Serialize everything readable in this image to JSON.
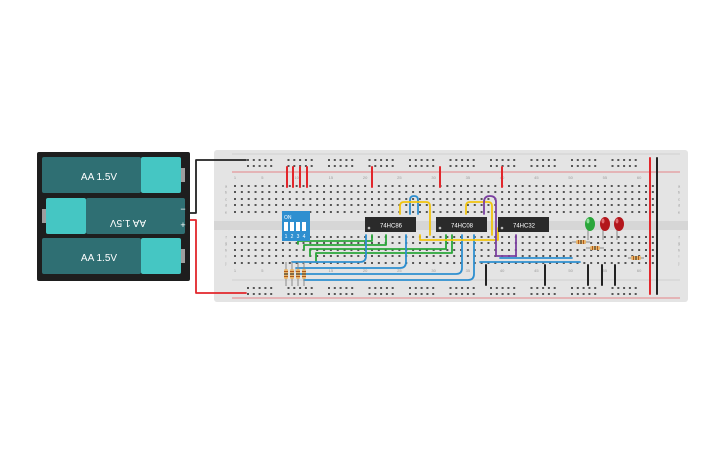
{
  "battery_pack": {
    "cells": [
      {
        "label": "AA 1.5V",
        "flipped": false
      },
      {
        "label": "AA 1.5V",
        "flipped": true
      },
      {
        "label": "AA 1.5V",
        "flipped": false
      }
    ],
    "terminal_minus": "−",
    "terminal_plus": "+"
  },
  "dip_switch": {
    "on_label": "ON",
    "switch_numbers": [
      "1",
      "2",
      "3",
      "4"
    ]
  },
  "chips": [
    {
      "label": "74HC86"
    },
    {
      "label": "74HC08"
    },
    {
      "label": "74HC32"
    }
  ],
  "leds": [
    {
      "color": "green"
    },
    {
      "color": "red"
    },
    {
      "color": "red"
    }
  ],
  "breadboard": {
    "column_numbers": [
      "1",
      "5",
      "10",
      "15",
      "20",
      "25",
      "30",
      "35",
      "40",
      "45",
      "50",
      "55",
      "60"
    ],
    "row_letters_top": [
      "a",
      "b",
      "c",
      "d",
      "e"
    ],
    "row_letters_bottom": [
      "f",
      "g",
      "h",
      "i",
      "j"
    ]
  },
  "colors": {
    "battery_body": "#2f6f73",
    "battery_cap": "#45c6c3",
    "breadboard": "#e4e4e4",
    "rail_red": "#e2262b",
    "wire_black": "#222222",
    "wire_green": "#2aa63a",
    "wire_blue": "#2e8fd0",
    "wire_yellow": "#f1c40f",
    "wire_purple": "#7b3fa0",
    "dip_blue": "#2e8fd0"
  }
}
